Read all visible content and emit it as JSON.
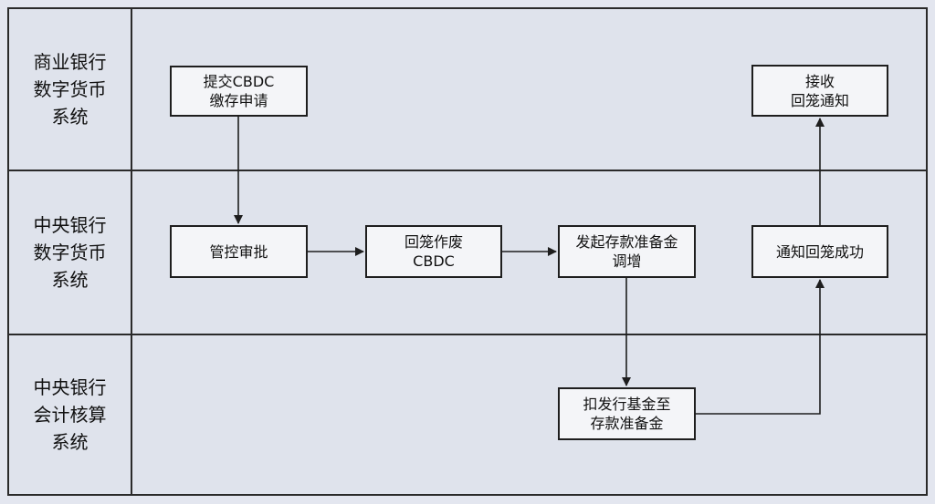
{
  "lanes": [
    {
      "id": "commercial-bank",
      "label_lines": [
        "商业银行",
        "数字货币",
        "系统"
      ]
    },
    {
      "id": "central-bank-dc",
      "label_lines": [
        "中央银行",
        "数字货币",
        "系统"
      ]
    },
    {
      "id": "central-bank-accounting",
      "label_lines": [
        "中央银行",
        "会计核算",
        "系统"
      ]
    }
  ],
  "nodes": {
    "submit": {
      "lines": [
        "提交CBDC",
        "缴存申请"
      ]
    },
    "review": {
      "lines": [
        "管控审批"
      ]
    },
    "void": {
      "lines": [
        "回笼作废",
        "CBDC"
      ]
    },
    "initiate": {
      "lines": [
        "发起存款准备金",
        "调增"
      ]
    },
    "deduct": {
      "lines": [
        "扣发行基金至",
        "存款准备金"
      ]
    },
    "notify": {
      "lines": [
        "通知回笼成功"
      ]
    },
    "receive": {
      "lines": [
        "接收",
        "回笼通知"
      ]
    }
  },
  "edges": [
    {
      "from": "submit",
      "to": "review"
    },
    {
      "from": "review",
      "to": "void"
    },
    {
      "from": "void",
      "to": "initiate"
    },
    {
      "from": "initiate",
      "to": "deduct"
    },
    {
      "from": "deduct",
      "to": "notify"
    },
    {
      "from": "notify",
      "to": "receive"
    }
  ],
  "colors": {
    "background": "#dfe3ec",
    "box_fill": "#f4f5f8",
    "line": "#1e1e1e"
  }
}
